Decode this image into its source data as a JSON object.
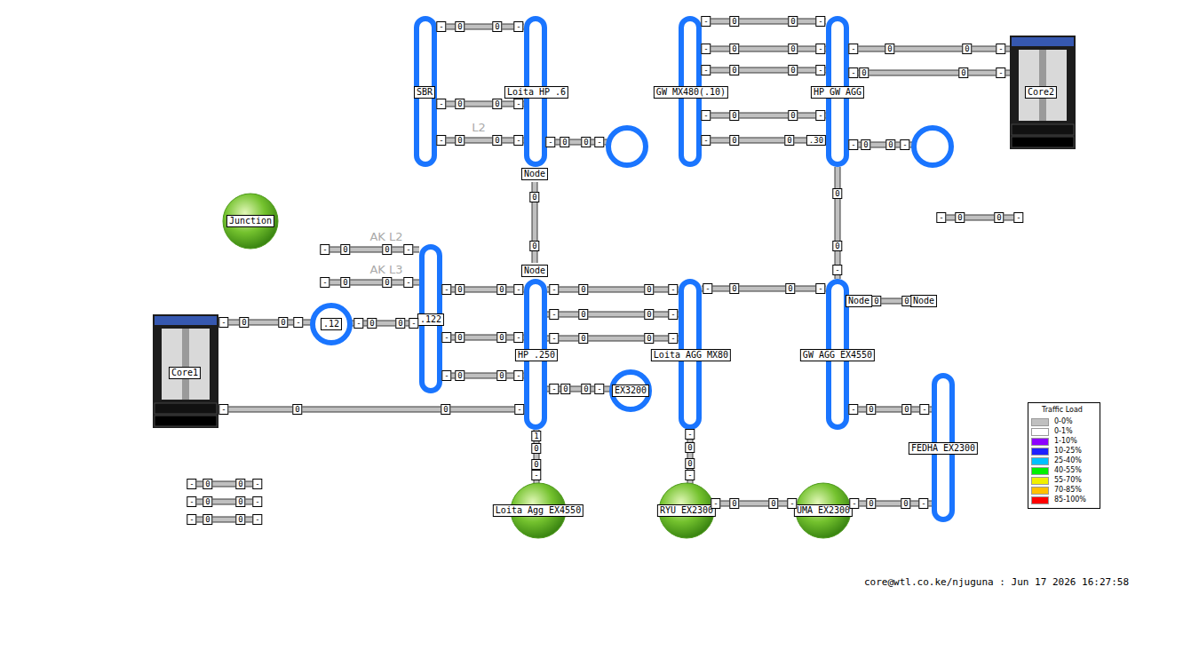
{
  "diagram": {
    "nodes": [
      {
        "text": [
          "SBR"
        ]
      },
      {
        "text": [
          "Loita HP .6"
        ]
      },
      {
        "text": [
          "GW MX480(.10)"
        ]
      },
      {
        "text": [
          "HP GW AGG"
        ]
      },
      {
        "text": [
          "Core2"
        ]
      },
      {
        "text": [
          "Node"
        ]
      },
      {
        "text": [
          "Node"
        ]
      },
      {
        "text": [
          "Junction"
        ]
      },
      {
        "text": [
          ".12"
        ]
      },
      {
        "text": [
          ".122"
        ]
      },
      {
        "text": [
          "Core1"
        ]
      },
      {
        "text": [
          "HP .250"
        ]
      },
      {
        "text": [
          "EX3200"
        ]
      },
      {
        "text": [
          "Loita AGG MX80"
        ]
      },
      {
        "text": [
          "GW AGG EX4550"
        ]
      },
      {
        "text": [
          "Node"
        ]
      },
      {
        "text": [
          "Node"
        ]
      },
      {
        "text": [
          "Loita Agg EX4550"
        ]
      },
      {
        "text": [
          "RYU EX2300"
        ]
      },
      {
        "text": [
          "UMA EX2300"
        ]
      },
      {
        "text": [
          "FEDHA EX2300"
        ]
      }
    ],
    "edges": [
      {
        "from": 0,
        "to": 1,
        "arrow": "none",
        "label": "0"
      },
      {
        "from": 0,
        "to": 1,
        "arrow": "none",
        "label": "0"
      },
      {
        "from": 0,
        "to": 1,
        "arrow": "none",
        "label": "0"
      },
      {
        "from": 2,
        "to": 3,
        "arrow": "none",
        "label": "0"
      },
      {
        "from": 2,
        "to": 3,
        "arrow": "none",
        "label": "0"
      },
      {
        "from": 2,
        "to": 3,
        "arrow": "none",
        "label": "0"
      },
      {
        "from": 2,
        "to": 3,
        "arrow": "none",
        "label": "0"
      },
      {
        "from": 2,
        "to": 3,
        "arrow": "none",
        "label": "0"
      },
      {
        "from": 3,
        "to": 4,
        "arrow": "none",
        "label": "0"
      },
      {
        "from": 3,
        "to": 4,
        "arrow": "none",
        "label": "0"
      },
      {
        "from": 5,
        "to": 6,
        "arrow": "none",
        "label": "0"
      },
      {
        "from": 3,
        "to": 14,
        "arrow": "none",
        "label": "0"
      },
      {
        "from": 8,
        "to": 9,
        "arrow": "none",
        "label": "0"
      },
      {
        "from": 10,
        "to": 8,
        "arrow": "none",
        "label": "0"
      },
      {
        "from": 10,
        "to": 11,
        "arrow": "none",
        "label": "0"
      },
      {
        "from": 9,
        "to": 11,
        "arrow": "none",
        "label": "0"
      },
      {
        "from": 9,
        "to": 11,
        "arrow": "none",
        "label": "0"
      },
      {
        "from": 9,
        "to": 11,
        "arrow": "none",
        "label": "0"
      },
      {
        "from": 11,
        "to": 13,
        "arrow": "none",
        "label": "0"
      },
      {
        "from": 11,
        "to": 13,
        "arrow": "none",
        "label": "0"
      },
      {
        "from": 11,
        "to": 13,
        "arrow": "none",
        "label": "0"
      },
      {
        "from": 13,
        "to": 14,
        "arrow": "none",
        "label": "0"
      },
      {
        "from": 11,
        "to": 12,
        "arrow": "none",
        "label": "0"
      },
      {
        "from": 15,
        "to": 16,
        "arrow": "none",
        "label": "0"
      },
      {
        "from": 14,
        "to": 20,
        "arrow": "none",
        "label": "0"
      },
      {
        "from": 11,
        "to": 17,
        "arrow": "none",
        "label": "0"
      },
      {
        "from": 13,
        "to": 18,
        "arrow": "none",
        "label": "0"
      },
      {
        "from": 18,
        "to": 19,
        "arrow": "none",
        "label": "0"
      },
      {
        "from": 19,
        "to": 20,
        "arrow": "none",
        "label": "0"
      }
    ],
    "labels": [
      "-",
      "0",
      "-",
      "-",
      "0",
      "-",
      "-",
      "0",
      "-",
      "-",
      "0",
      "-",
      "-",
      "0",
      "-",
      "-",
      "0",
      "-",
      "-",
      "0",
      "-",
      "-",
      "0",
      ".30",
      "-",
      "0",
      "-",
      "-",
      "0",
      "-",
      "0",
      "0",
      "-",
      "-",
      "0",
      "-",
      "-",
      "0",
      "-",
      "-",
      "0",
      "-",
      "-",
      "0",
      "-",
      "-",
      "0",
      "-",
      "-",
      "0",
      "-",
      "-",
      "0",
      "-",
      "-",
      "0",
      "-",
      "-",
      "0",
      "-",
      "-",
      "0",
      "-",
      "-",
      "0",
      "-",
      "0",
      "-",
      "0",
      "-",
      "1",
      "0",
      "-",
      "-",
      "0",
      "-",
      "-",
      "0",
      "-",
      "-",
      "0",
      "-",
      "-",
      "0",
      "0",
      "-",
      "-",
      "0",
      "0",
      "-",
      "-",
      "0",
      "0",
      "-",
      "-",
      "0",
      "0",
      "-",
      "-",
      "0",
      "0",
      "-",
      "-",
      "0",
      "0",
      "-",
      "-",
      "0",
      "0",
      "-",
      "-",
      "0",
      "0",
      "-",
      "L2",
      "AK L2",
      "AK L3",
      "Traffic Load",
      "core@wtl.co.ke/njuguna : Jun 17 2026 16:27:58"
    ],
    "legend": [
      {
        "text": "0-0%",
        "color": "#c0c0c0"
      },
      {
        "text": "0-1%",
        "color": "#ffffff"
      },
      {
        "text": "1-10%",
        "color": "#8c00ff"
      },
      {
        "text": "10-25%",
        "color": "#2020ff"
      },
      {
        "text": "25-40%",
        "color": "#00c0ff"
      },
      {
        "text": "40-55%",
        "color": "#00f000"
      },
      {
        "text": "55-70%",
        "color": "#f0f000"
      },
      {
        "text": "70-85%",
        "color": "#ffc000"
      },
      {
        "text": "85-100%",
        "color": "#ff0000"
      }
    ]
  }
}
